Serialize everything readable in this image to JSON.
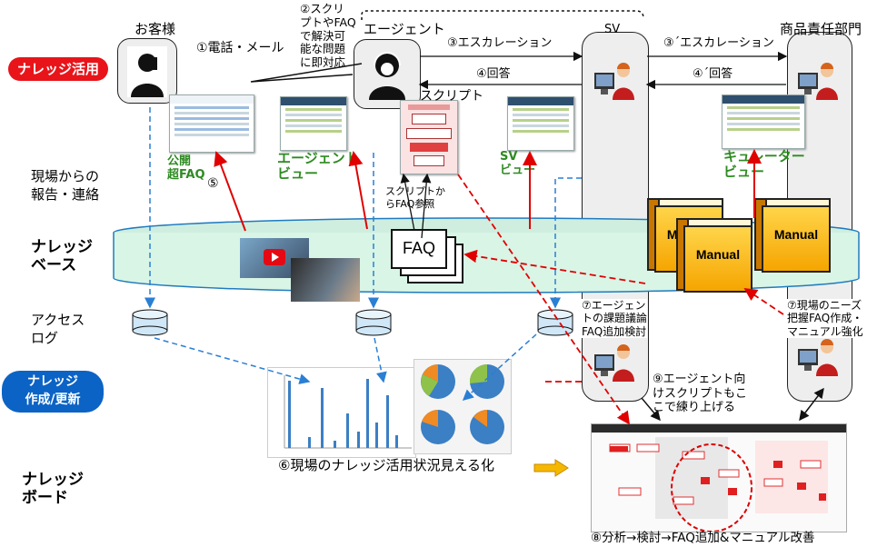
{
  "left_labels": {
    "knowledge_use": "ナレッジ活用",
    "field_report": "現場からの\n報告・連絡",
    "knowledge_base": "ナレッジ\nベース",
    "access_log": "アクセス\nログ",
    "knowledge_create": "ナレッジ\n作成/更新",
    "knowledge_board": "ナレッジ\nボード"
  },
  "actors": {
    "customer": "お客様",
    "agent": "エージェント",
    "sv": "SV",
    "product_dept": "商品責任部門"
  },
  "flows": {
    "f1": "①電話・メール",
    "f2": "②スクリ\nプトやFAQ\nで解決可\n能な問題\nに即対応",
    "f3": "③エスカレーション",
    "f3b": "③´エスカレーション",
    "f4": "④回答",
    "f4b": "④´回答",
    "f5": "⑤",
    "f6": "⑥現場のナレッジ活用状況見える化",
    "f7a": "⑦エージェン\nトの課題議論\nFAQ追加検討",
    "f7b": "⑦現場のニーズ\n把握FAQ作成・\nマニュアル強化",
    "f8": "⑧分析→検討→FAQ追加&マニュアル改善",
    "f9": "⑨エージェント向\nけスクリプトもこ\nこで練り上げる"
  },
  "views": {
    "public_faq": "公開\n超FAQ",
    "agent_view": "エージェント\nビュー",
    "script": "スクリプト",
    "sv_view": "SV\nビュー",
    "curator_view": "キュレーター\nビュー",
    "script_ref": "スクリプトか\nらFAQ参照"
  },
  "kb_items": {
    "faq": "FAQ",
    "manual": "Manual"
  },
  "colors": {
    "red_pill": "#e8141a",
    "blue_pill": "#0b63c5",
    "arrow_red": "#e00000",
    "arrow_blue": "#2a7fd4",
    "kb_fill": "#d8f5e6"
  }
}
